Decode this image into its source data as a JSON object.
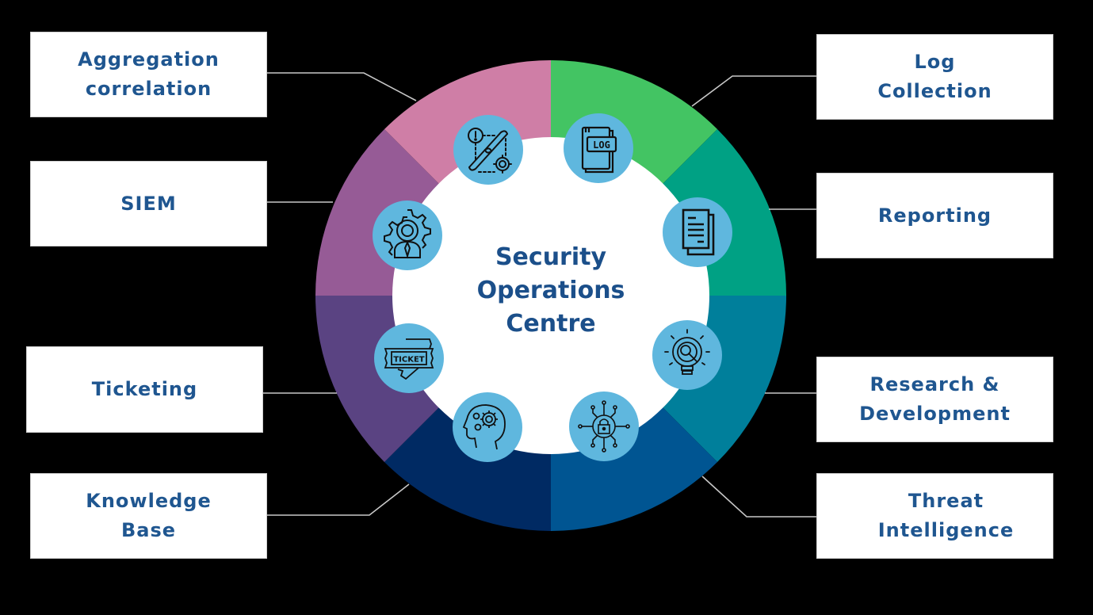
{
  "diagram": {
    "title": "Security Operations\nCentre",
    "title_lines": [
      "Security",
      "Operations",
      "Centre"
    ],
    "colors": {
      "background": "#000000",
      "label_text": "#1f5690",
      "title_text": "#1b4f8a",
      "icon_circle": "#5fb7de",
      "connector": "#c8c8c8"
    },
    "segments": [
      {
        "id": "log-collection",
        "label": "Log\nCollection",
        "icon": "log-file-icon",
        "color": "#43c463",
        "side": "right"
      },
      {
        "id": "reporting",
        "label": "Reporting",
        "icon": "documents-icon",
        "color": "#00a184",
        "side": "right"
      },
      {
        "id": "research-development",
        "label": "Research &\nDevelopment",
        "icon": "lightbulb-gear-search-icon",
        "color": "#007f9b",
        "side": "right"
      },
      {
        "id": "threat-intelligence",
        "label": "Threat\nIntelligence",
        "icon": "network-lock-icon",
        "color": "#005592",
        "side": "right"
      },
      {
        "id": "knowledge-base",
        "label": "Knowledge\nBase",
        "icon": "head-gears-icon",
        "color": "#002a63",
        "side": "left"
      },
      {
        "id": "ticketing",
        "label": "Ticketing",
        "icon": "ticket-icon",
        "color": "#5a4382",
        "side": "left"
      },
      {
        "id": "siem",
        "label": "SIEM",
        "icon": "gear-person-icon",
        "color": "#965b96",
        "side": "left"
      },
      {
        "id": "aggregation-correlation",
        "label": "Aggregation\ncorrelation",
        "icon": "chain-link-gear-icon",
        "color": "#cf7ea6",
        "side": "left"
      }
    ]
  }
}
